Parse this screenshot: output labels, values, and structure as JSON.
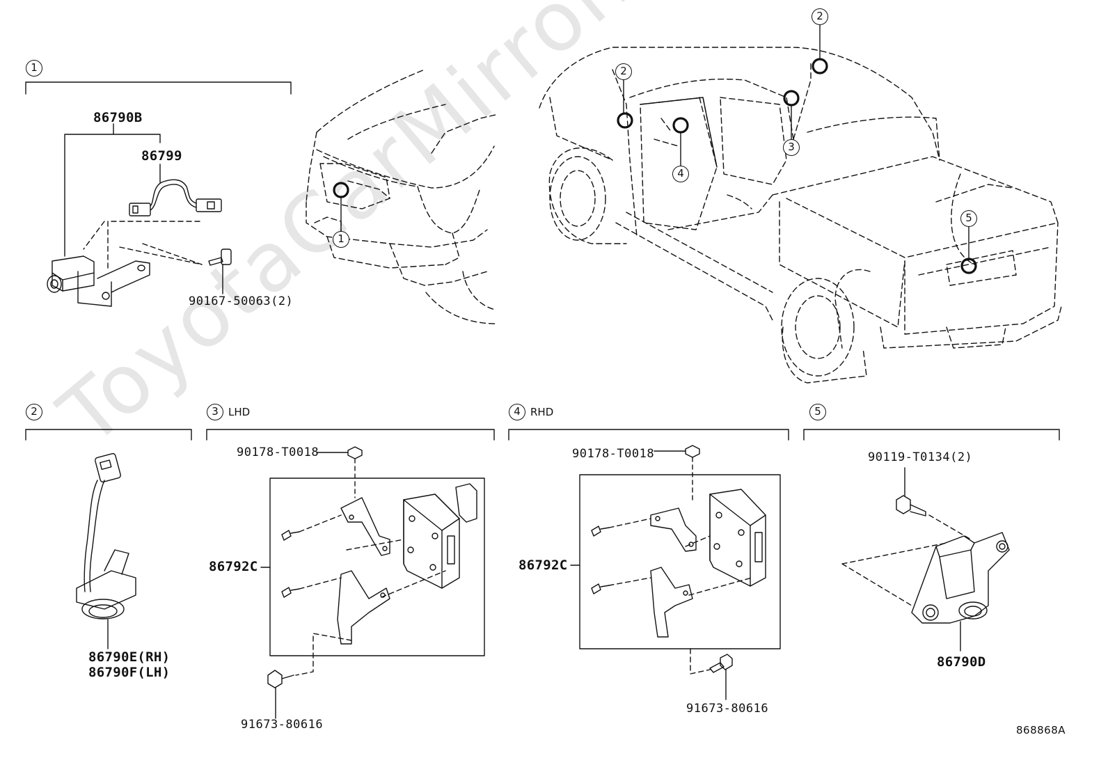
{
  "watermark": "ToyotaCarMirror.ru",
  "sections": [
    {
      "num": "1",
      "note": ""
    },
    {
      "num": "2",
      "note": ""
    },
    {
      "num": "3",
      "note": "LHD"
    },
    {
      "num": "4",
      "note": "RHD"
    },
    {
      "num": "5",
      "note": ""
    }
  ],
  "callouts": [
    "1",
    "2",
    "2",
    "3",
    "4",
    "5"
  ],
  "parts": {
    "p86790B": "86790B",
    "p86799": "86799",
    "p90167": "90167-50063(2)",
    "p86790E": "86790E(RH)",
    "p86790F": "86790F(LH)",
    "p90178_lhd": "90178-T0018",
    "p86792C_lhd": "86792C",
    "p91673_lhd": "91673-80616",
    "p90178_rhd": "90178-T0018",
    "p86792C_rhd": "86792C",
    "p91673_rhd": "91673-80616",
    "p90119": "90119-T0134(2)",
    "p86790D": "86790D"
  },
  "diagram_id": "868868A"
}
